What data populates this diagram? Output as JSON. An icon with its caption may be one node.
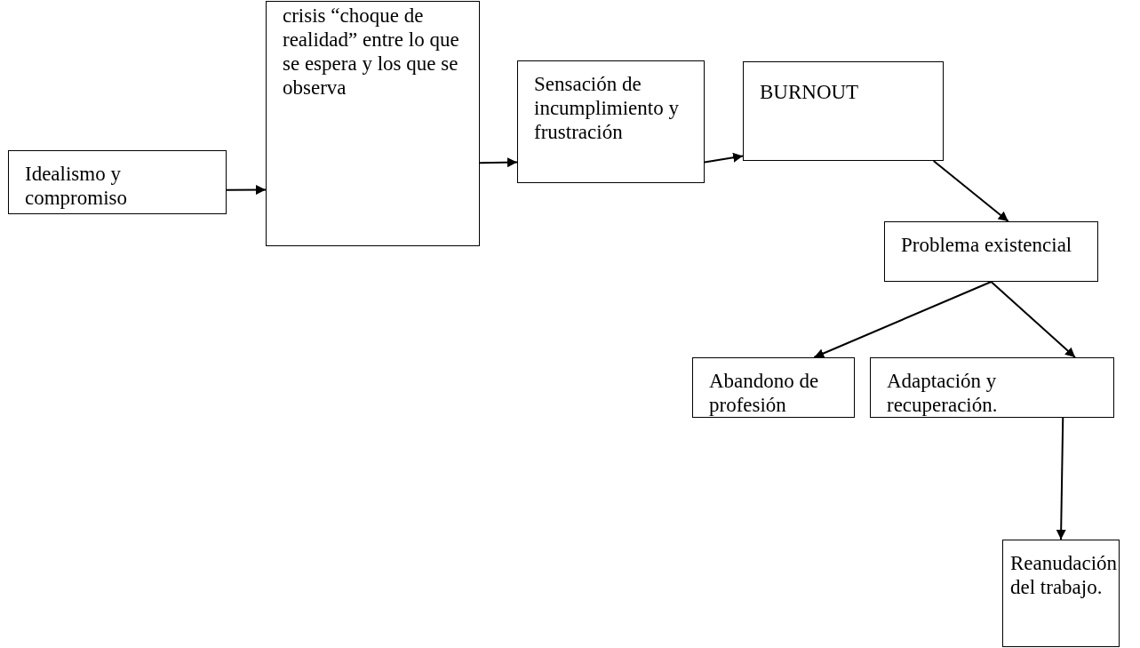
{
  "diagram": {
    "nodes": [
      {
        "text": [
          "Idealismo y compromiso"
        ]
      },
      {
        "text": [
          "crisis “choque de realidad” entre lo que se espera y los que se observa"
        ]
      },
      {
        "text": [
          "Sensación de incumplimiento y frustración"
        ]
      },
      {
        "text": [
          "BURNOUT"
        ]
      },
      {
        "text": [
          "Problema existencial"
        ]
      },
      {
        "text": [
          "Abandono de profesión"
        ]
      },
      {
        "text": [
          "Adaptación y recuperación."
        ]
      },
      {
        "text": [
          "Reanudación del trabajo."
        ]
      }
    ],
    "edges": [
      {
        "from": 0,
        "to": 1,
        "arrow": "to"
      },
      {
        "from": 1,
        "to": 2,
        "arrow": "to"
      },
      {
        "from": 2,
        "to": 3,
        "arrow": "to"
      },
      {
        "from": 3,
        "to": 4,
        "arrow": "to"
      },
      {
        "from": 4,
        "to": 5,
        "arrow": "to"
      },
      {
        "from": 4,
        "to": 6,
        "arrow": "to"
      },
      {
        "from": 6,
        "to": 7,
        "arrow": "to"
      }
    ]
  }
}
